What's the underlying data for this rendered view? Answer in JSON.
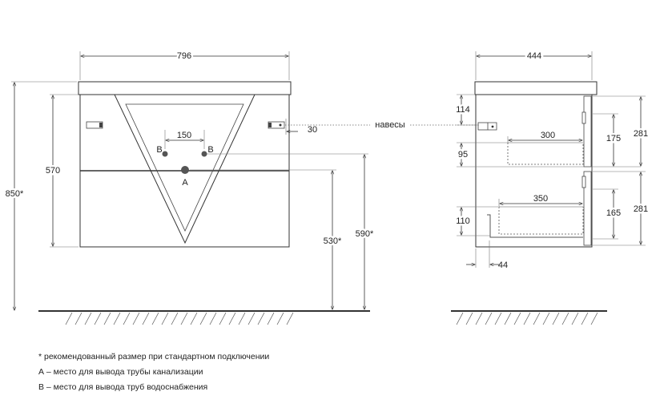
{
  "front_view": {
    "width_label": "796",
    "height_total_label": "850*",
    "height_body_label": "570",
    "pipe_spacing_label": "150",
    "hanger_offset_label": "30",
    "height_b_label": "590*",
    "height_a_label": "530*",
    "point_b_label": "B",
    "point_a_label": "A"
  },
  "hangers_label": "навесы",
  "side_view": {
    "width_label": "444",
    "top_offset_label": "114",
    "drawer1_gap_label": "95",
    "drawer1_depth_label": "300",
    "drawer1_height_label": "175",
    "drawer1_front_label": "281",
    "drawer2_depth_label": "350",
    "drawer2_gap_label": "110",
    "drawer2_height_label": "165",
    "drawer2_front_label": "281",
    "back_offset_label": "44"
  },
  "notes": {
    "asterisk": "* рекомендованный размер при стандартном подключении",
    "a": "А – место для вывода трубы канализации",
    "b": "В – место для вывода труб водоснабжения"
  }
}
